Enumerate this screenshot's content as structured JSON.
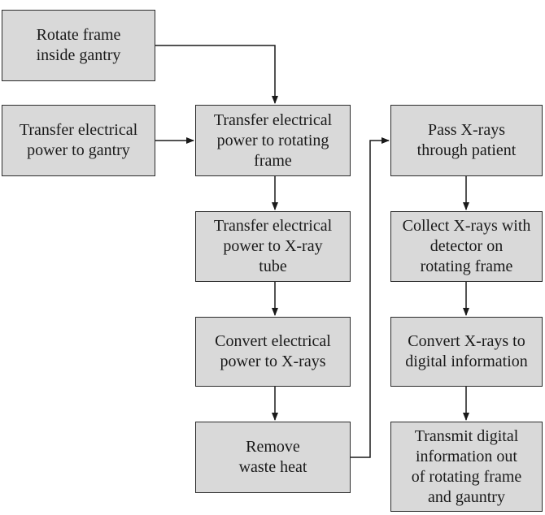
{
  "colors": {
    "box_fill": "#d9d9d9",
    "box_border": "#2b2b2b",
    "text": "#1a1a1a",
    "line": "#1a1a1a"
  },
  "boxes": {
    "rotate_frame": "Rotate frame\ninside gantry",
    "transfer_gantry": "Transfer electrical\npower to gantry",
    "transfer_rotating": "Transfer electrical\npower to rotating\nframe",
    "transfer_xray_tube": "Transfer electrical\npower to X-ray\ntube",
    "convert_power_xrays": "Convert electrical\npower to X-rays",
    "remove_heat": "Remove\nwaste heat",
    "pass_xrays": "Pass X-rays\nthrough patient",
    "collect_xrays": "Collect X-rays with\ndetector on\nrotating frame",
    "convert_digital": "Convert X-rays to\ndigital information",
    "transmit_digital": "Transmit digital\ninformation out\nof rotating frame\nand gauntry"
  },
  "connections": [
    {
      "from": "rotate_frame",
      "to": "transfer_rotating"
    },
    {
      "from": "transfer_gantry",
      "to": "transfer_rotating"
    },
    {
      "from": "transfer_rotating",
      "to": "transfer_xray_tube"
    },
    {
      "from": "transfer_xray_tube",
      "to": "convert_power_xrays"
    },
    {
      "from": "convert_power_xrays",
      "to": "remove_heat"
    },
    {
      "from": "remove_heat",
      "to": "pass_xrays"
    },
    {
      "from": "pass_xrays",
      "to": "collect_xrays"
    },
    {
      "from": "collect_xrays",
      "to": "convert_digital"
    },
    {
      "from": "convert_digital",
      "to": "transmit_digital"
    }
  ]
}
